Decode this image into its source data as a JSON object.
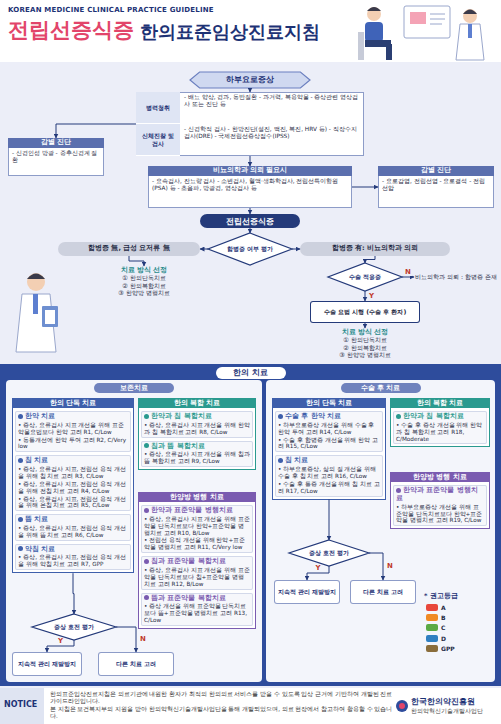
{
  "diagram": {
    "title": "전립선증식증",
    "nodes": [
      {
        "text": [
          "하부요로증상"
        ]
      },
      {
        "text": [
          "병력청취",
          "- 배뇨 양상, 경과, 동반질환 - 과거력, 복용약물 - 증상관련 영상검사 또는 진단 등",
          "신체진찰 및 검사",
          "- 신경학적 검사 - 한방진단(설진, 맥진, 복진, HRV 등) - 직장수지검사(DRE) - 국제전립선증상점수(IPSS)"
        ]
      },
      {
        "text": [
          "감별 진단",
          "- 신경인성 방광 - 중추신경계 질환"
        ]
      },
      {
        "text": [
          "비뇨의학과 의뢰 필요시",
          "- 요속검사, 잔뇨량 검사 - 소변검사, 혈액·생화학검사, 전립선특이항원(PSA) 등 - 초음파, 방광경, 영상검사 등"
        ]
      },
      {
        "text": [
          "감별 진단",
          "- 요로감염, 전립선염 - 요로결석 - 전립선암"
        ]
      },
      {
        "text": [
          "전립선증식증"
        ]
      },
      {
        "text": [
          "합병증 여부 평가"
        ]
      },
      {
        "text": [
          "합병증 無, 급성 요저류 無"
        ]
      },
      {
        "text": [
          "합병증 有: 비뇨의학과 의뢰"
        ]
      },
      {
        "text": [
          "치료 방식 선정",
          "① 한의단독치료",
          "② 한의복합치료",
          "③ 한양방 병행치료"
        ]
      },
      {
        "text": [
          "수술 적응증"
        ]
      },
      {
        "text": [
          "비뇨의학과 의뢰 : 합병증 존재"
        ]
      },
      {
        "text": [
          "수술 요법 시행 (수술 후 환자)"
        ]
      },
      {
        "text": [
          "치료 방식 선정",
          "① 한의단독치료",
          "② 한의복합치료",
          "③ 한양방 병행치료"
        ]
      },
      {
        "text": [
          "한의 치료"
        ]
      },
      {
        "text": [
          "보존치료"
        ],
        "in": 14
      },
      {
        "text": [
          "한의 단독 치료"
        ],
        "in": 15
      },
      {
        "text": [
          "한약 치료",
          "• 증상, 요류검사 지표 개선을 위해 표준약물요법보다 한약 고려 R1, C/Low",
          "• 동통개선에 한약 투여 고려 R2, C/Very low"
        ],
        "in": 16
      },
      {
        "text": [
          "침 치료",
          "• 증상, 요류검사 지표, 전립선 용적 개선을 위해 침 치료 고려 R3, C/Low",
          "• 증상, 요류검사 지표, 전립선 용적 개선을 위해 전침 치료 고려 R4, C/Low",
          "• 증상, 요류검사 지표, 전립선 용적 개선을 위해 온침 치료 고려 R5, C/Low"
        ],
        "in": 16
      },
      {
        "text": [
          "뜸 치료",
          "• 증상, 요류검사 지표, 전립선 용적 개선을 위해 뜸 치료 고려 R6, C/Low"
        ],
        "in": 16
      },
      {
        "text": [
          "약침 치료",
          "• 증상, 요류검사 지표, 전립선 용적 개선을 위해 약침 치료 고려 R7, GPP"
        ],
        "in": 16
      },
      {
        "text": [
          "한의 복합 치료"
        ],
        "in": 15
      },
      {
        "text": [
          "한약과 침 복합치료",
          "• 증상, 요류검사 지표 개선을 위해 한약과 침 복합치료 고려 R8, C/Low"
        ],
        "in": 21
      },
      {
        "text": [
          "침과 뜸 복합치료",
          "• 증상, 요류검사 지표 개선을 위해 침과 뜸 복합치료 고려 R9, C/Low"
        ],
        "in": 21
      },
      {
        "text": [
          "한양방 병행 치료"
        ],
        "in": 15
      },
      {
        "text": [
          "한약과 표준약물 병행치료",
          "• 증상, 요류검사 지표 개선을 위해 표준약물 단독치료보다 한약+표준약물 병행치료 고려 R10, B/Low",
          "• 전립선 용적 개선을 위해 한약+표준약물 병행치료 고려 R11, C/Very low"
        ],
        "in": 24
      },
      {
        "text": [
          "침과 표준약물 복합치료",
          "• 증상, 요류검사 지표 개선을 위해 표준약물 단독치료보다 침+표준약물 병행치료 고려 R12, B/Low"
        ],
        "in": 24
      },
      {
        "text": [
          "뜸과 표준약물 복합치료",
          "• 증상 개선을 위해 표준약물 단독치료보다 뜸+표준약물 병행치료 고려 R13, C/Low"
        ],
        "in": 24
      },
      {
        "text": [
          "증상 호전 평가"
        ],
        "in": 15
      },
      {
        "text": [
          "지속적 관리 재발방지"
        ],
        "in": 15
      },
      {
        "text": [
          "다른 치료 고려"
        ],
        "in": 15
      },
      {
        "text": [
          "수술 후 치료"
        ],
        "in": 14
      },
      {
        "text": [
          "한의 단독 치료"
        ],
        "in": 31
      },
      {
        "text": [
          "수술 후 한약 치료",
          "• 하부요로증상 개선을 위해 수술 후 한약 투여 고려 R14, C/Low",
          "• 수술 후 합병증 개선을 위해 한약 고려 R15, C/Low"
        ],
        "in": 32
      },
      {
        "text": [
          "침 치료",
          "• 하부요로증상, 삶의 질 개선을 위해 수술 후 침 치료 고려 R16, C/Low",
          "• 수술 후 통증 개선을 위해 침 치료 고려 R17, C/Low"
        ],
        "in": 32
      },
      {
        "text": [
          "한의 복합 치료"
        ],
        "in": 31
      },
      {
        "text": [
          "한약과 침 복합치료",
          "• 수술 후 증상 개선을 위해 한약과 침 복합치료 고려 R18, C/Moderate"
        ],
        "in": 35
      },
      {
        "text": [
          "한양방 병행 치료"
        ],
        "in": 31
      },
      {
        "text": [
          "한약과 표준약물 병행치료",
          "• 하부요로증상 개선을 위해 표준약물 단독치료보다 한약+표준약물 병행치료 고려 R19, C/Low"
        ],
        "in": 37
      },
      {
        "text": [
          "증상 호전 평가"
        ],
        "in": 31
      },
      {
        "text": [
          "지속적 관리 재발방지"
        ],
        "in": 31
      },
      {
        "text": [
          "다른 치료 고려"
        ],
        "in": 31
      }
    ],
    "edges": [
      {
        "from": 0,
        "to": 1,
        "arrow": "to"
      },
      {
        "from": 1,
        "to": 2,
        "arrow": "to"
      },
      {
        "from": 1,
        "to": 3,
        "arrow": "to"
      },
      {
        "from": 3,
        "to": 4,
        "arrow": "to"
      },
      {
        "from": 3,
        "to": 5,
        "arrow": "to"
      },
      {
        "from": 5,
        "to": 6,
        "arrow": "to"
      },
      {
        "from": 6,
        "to": 7,
        "arrow": "to"
      },
      {
        "from": 6,
        "to": 8,
        "arrow": "to"
      },
      {
        "from": 7,
        "to": 9,
        "arrow": "to"
      },
      {
        "from": 8,
        "to": 10,
        "arrow": "to"
      },
      {
        "from": 10,
        "to": 11,
        "label": "N",
        "arrow": "to"
      },
      {
        "from": 10,
        "to": 12,
        "label": "Y",
        "arrow": "to"
      },
      {
        "from": 12,
        "to": 13,
        "arrow": "to"
      },
      {
        "from": 16,
        "to": 28,
        "arrow": "to"
      },
      {
        "from": 28,
        "to": 29,
        "label": "Y",
        "arrow": "to"
      },
      {
        "from": 28,
        "to": 30,
        "label": "N",
        "arrow": "to"
      },
      {
        "from": 32,
        "to": 39,
        "arrow": "to"
      },
      {
        "from": 39,
        "to": 40,
        "label": "Y",
        "arrow": "to"
      },
      {
        "from": 39,
        "to": 41,
        "label": "N",
        "arrow": "to"
      }
    ],
    "labels": [
      "KOREAN MEDICINE CLINICAL PRACTICE GUIDELINE",
      "한의표준임상진료지침",
      "* 권고등급",
      "NOTICE",
      "한의표준임상진료지침은 의료기관에 내원한 환자가 최적의 한의의료 서비스를 받을 수 있도록 임상 근거에 기반하여 개발된 진료 가이드라인입니다.",
      "본 지침은 보건복지부의 지원을 받아 한의약혁신기술개발사업단을 통해 개발되었으며, 의료 현장에서 참고하여 활용할 수 있습니다.",
      "한국한의약진흥원",
      "한의약혁신기술개발사업단"
    ],
    "legend": [
      {
        "text": "A",
        "color": "#e8473b"
      },
      {
        "text": "B",
        "color": "#f08a24"
      },
      {
        "text": "C",
        "color": "#5aaa45"
      },
      {
        "text": "D",
        "color": "#2f7fc1"
      },
      {
        "text": "GPP",
        "color": "#8a6d3b"
      }
    ]
  }
}
